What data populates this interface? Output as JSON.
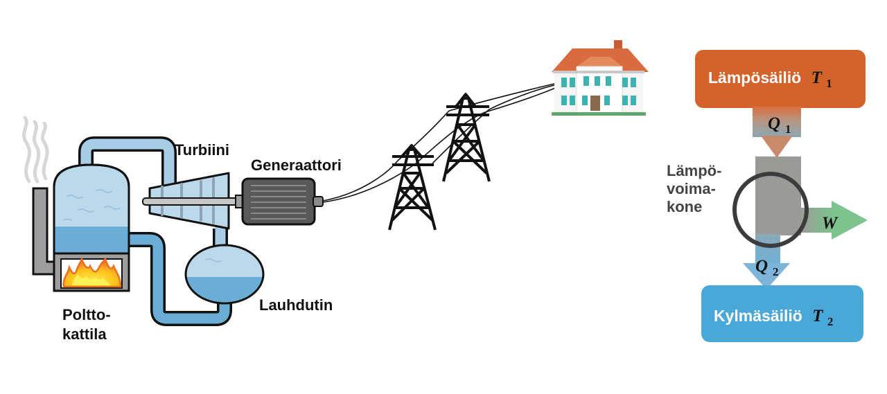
{
  "labels": {
    "boiler": [
      "Poltto-",
      "kattila"
    ],
    "turbine": "Turbiini",
    "generator": "Generaattori",
    "condenser": "Lauhdutin",
    "engine": [
      "Lämpö-",
      "voima-",
      "kone"
    ],
    "hot_reservoir": "Lämpösäiliö",
    "cold_reservoir": "Kylmäsäiliö"
  },
  "symbols": {
    "t_hot": "T",
    "t_hot_sub": "1",
    "t_cold": "T",
    "t_cold_sub": "2",
    "q_in": "Q",
    "q_in_sub": "1",
    "q_out": "Q",
    "q_out_sub": "2",
    "work": "W"
  },
  "colors": {
    "hot": "#d4622b",
    "cold": "#4aa8d8",
    "work": "#7cc38d",
    "water_light": "#bcd9ec",
    "water_dark": "#6aaed6",
    "pipe": "#a9cde6",
    "roof": "#d96b3e",
    "window": "#3cb3b0"
  },
  "icons": [
    "steam-icon",
    "flame-icon",
    "power-tower-icon",
    "house-icon",
    "heat-engine-ring-icon"
  ]
}
